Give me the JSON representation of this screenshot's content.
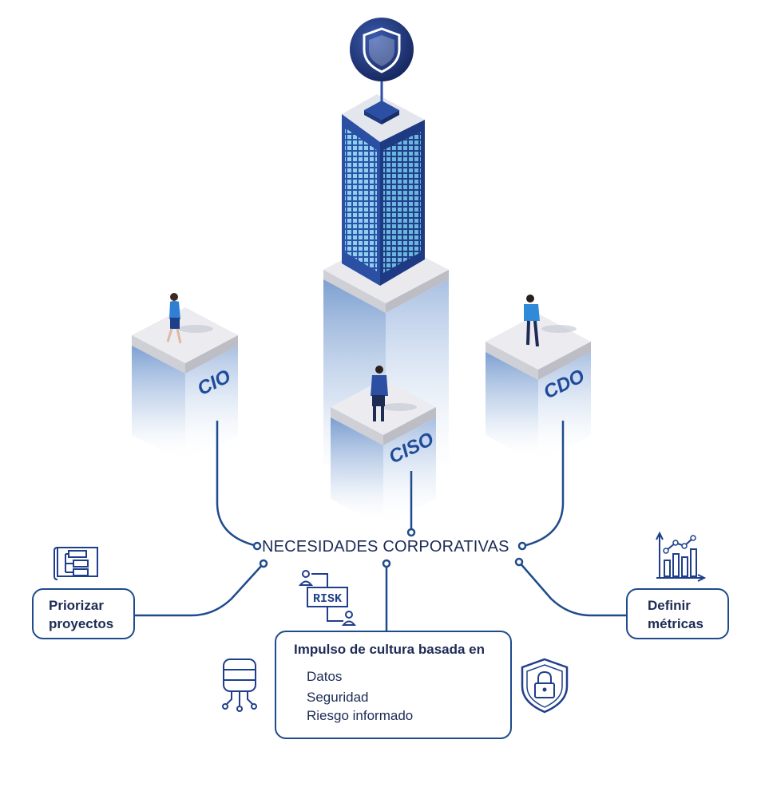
{
  "diagram": {
    "central_label": "NECESIDADES CORPORATIVAS",
    "roles": {
      "cio": "CIO",
      "ciso": "CISO",
      "cdo": "CDO"
    },
    "boxes": {
      "priorizar": {
        "line1": "Priorizar",
        "line2": "proyectos"
      },
      "definir": {
        "line1": "Definir",
        "line2": "métricas"
      },
      "impulso": {
        "title": "Impulso de cultura basada en",
        "items": [
          "Datos",
          "Seguridad",
          "Riesgo informado"
        ]
      }
    },
    "risk_icon_text": "RISK"
  },
  "colors": {
    "navy": "#1d2b55",
    "line_blue": "#1f4b8c",
    "tower_blue": "#2a4fa3",
    "window_light": "#8fd0ee",
    "pillar_top": "#ececf0"
  },
  "icons": [
    "shield-badge-icon",
    "flowchart-icon",
    "risk-icon",
    "database-icon",
    "lock-shield-icon",
    "bar-chart-icon"
  ]
}
